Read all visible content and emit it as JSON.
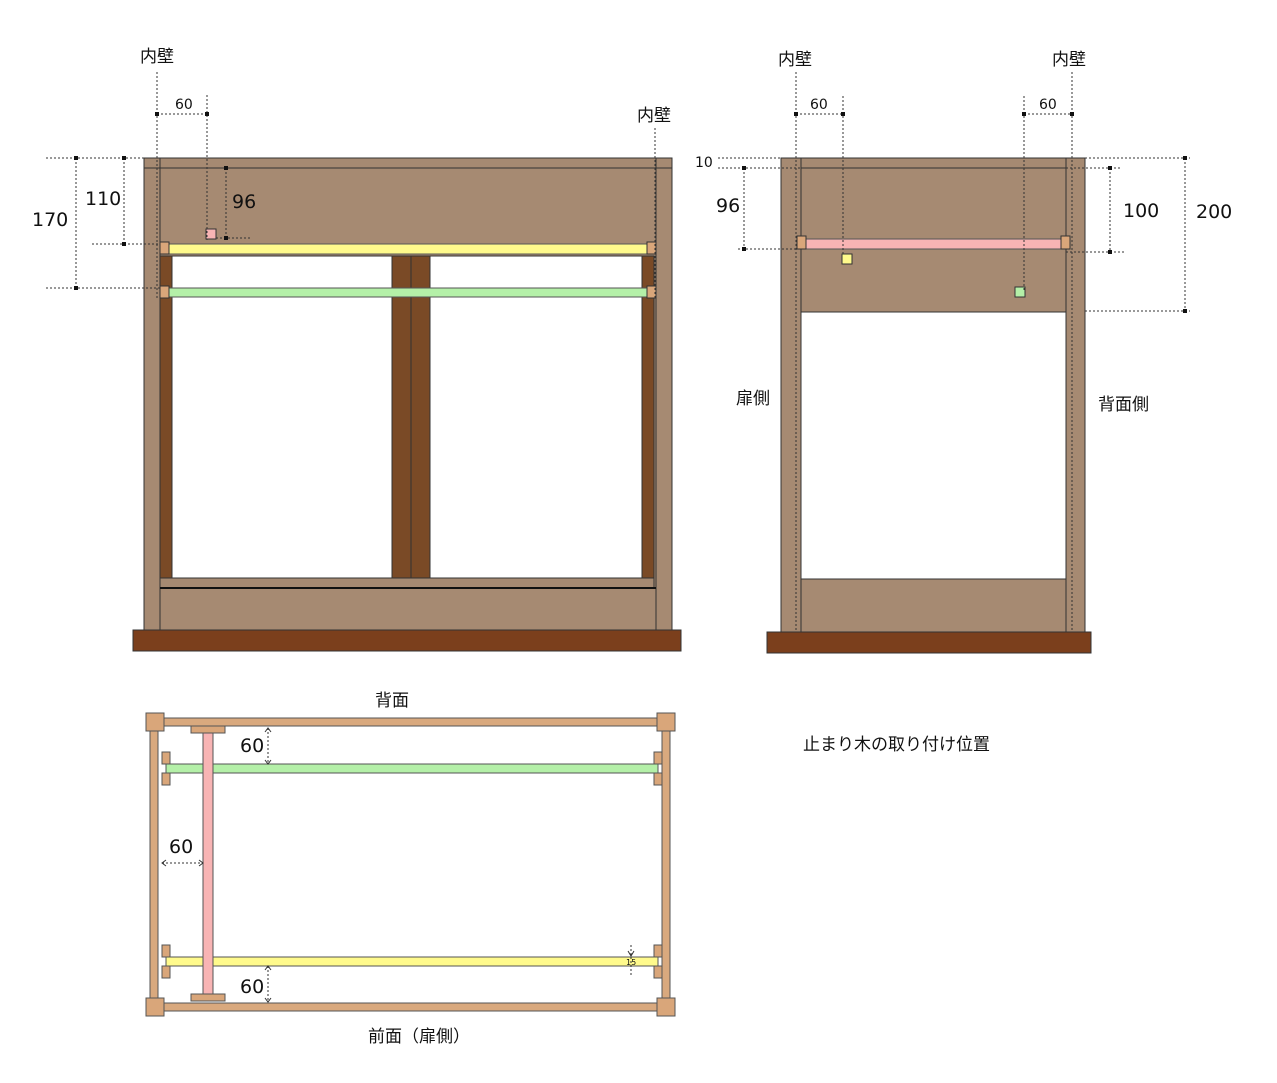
{
  "labels": {
    "inner_wall": "内壁",
    "door_side": "扉側",
    "back_side": "背面側",
    "back": "背面",
    "front": "前面（扉側）",
    "caption": "止まり木の取り付け位置"
  },
  "dimensions": {
    "front_view": {
      "d60": "60",
      "d170": "170",
      "d110": "110",
      "d96": "96"
    },
    "side_view": {
      "d60_left": "60",
      "d60_right": "60",
      "d10": "10",
      "d96": "96",
      "d100": "100",
      "d200": "200"
    },
    "top_view": {
      "d60_top": "60",
      "d60_left": "60",
      "d60_bottom": "60",
      "d15": "15"
    }
  },
  "colors": {
    "panel": "#a68a72",
    "dark_wood": "#7a4a26",
    "base": "#7b3f1c",
    "post": "#d9a67a",
    "frame": "#d9a97e",
    "perch_yellow": "#fffa8c",
    "perch_green": "#b4f0a8",
    "perch_pink": "#f8b4b4"
  }
}
